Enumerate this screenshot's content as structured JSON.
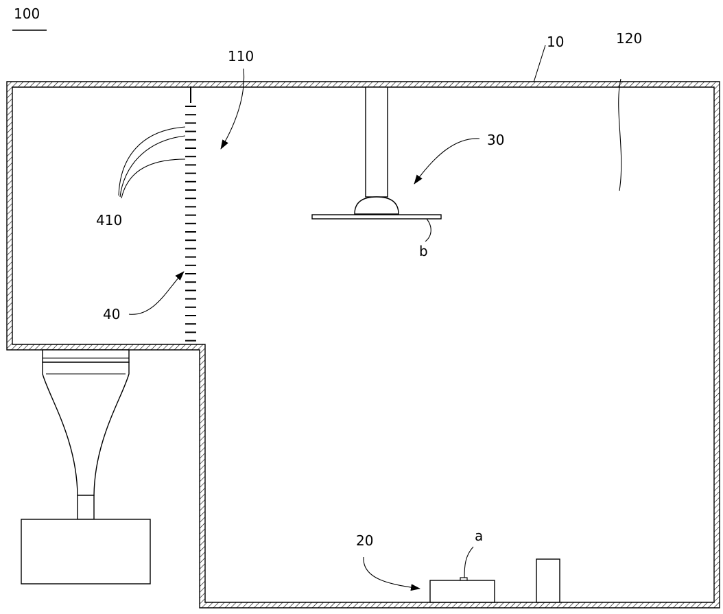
{
  "figure": {
    "labels": {
      "device": "100",
      "housing": "10",
      "chamber_left": "110",
      "chamber_right": "120",
      "top_assembly": "30",
      "bottom_assembly": "20",
      "scale": "40",
      "scale_marks": "410",
      "point_a": "a",
      "point_b": "b"
    }
  }
}
